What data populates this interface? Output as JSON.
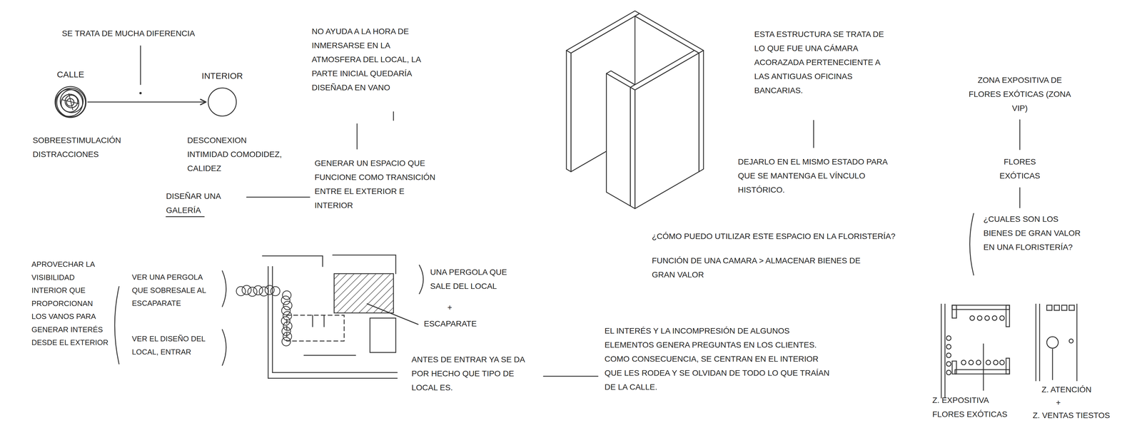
{
  "diagram": {
    "nodes": [
      {
        "text": [
          "CALLE",
          "SOBREESTIMULACIÓN DISTRACCIONES"
        ]
      },
      {
        "text": [
          "INTERIOR",
          "DESCONEXION INTIMIDAD COMODIDEZ, CALIDEZ"
        ]
      }
    ],
    "edges": [
      {
        "from": 0,
        "to": 1,
        "arrow": "to"
      }
    ],
    "labels": [
      "SE TRATA DE MUCHA DIFERENCIA",
      "NO AYUDA A LA HORA DE INMERSARSE EN LA ATMOSFERA DEL LOCAL, LA PARTE INICIAL QUEDARÍA DISEÑADA EN VANO",
      "GENERAR UN ESPACIO QUE FUNCIONE COMO TRANSICIÓN ENTRE EL EXTERIOR E INTERIOR",
      "DISEÑAR UNA GALERÍA",
      "ESTA ESTRUCTURA SE TRATA DE LO QUE FUE UNA CÁMARA ACORAZADA PERTENECIENTE A LAS ANTIGUAS OFICINAS BANCARIAS.",
      "DEJARLO EN EL MISMO ESTADO PARA QUE SE MANTENGA EL VÍNCULO HISTÓRICO.",
      "¿CÓMO PUEDO UTILIZAR ESTE ESPACIO EN LA FLORISTERÍA?",
      "FUNCIÓN DE UNA CAMARA > ALMACENAR BIENES DE GRAN VALOR",
      "ZONA EXPOSITIVA DE FLORES EXÓTICAS (ZONA VIP)",
      "FLORES EXÓTICAS",
      "¿CUALES SON LOS BIENES DE GRAN VALOR EN UNA FLORISTERÍA?",
      "Z. EXPOSITIVA FLORES EXÓTICAS",
      "Z. ATENCIÓN",
      "+",
      "Z. VENTAS TIESTOS",
      "APROVECHAR LA VISIBILIDAD INTERIOR QUE PROPORCIONAN LOS VANOS PARA GENERAR INTERÉS DESDE EL EXTERIOR",
      "VER UNA PERGOLA QUE SOBRESALE AL ESCAPARATE",
      "VER EL DISEÑO DEL LOCAL, ENTRAR",
      "UNA PERGOLA QUE SALE DEL LOCAL",
      "+",
      "ESCAPARATE",
      "ANTES DE ENTRAR YA SE DA POR HECHO QUE TIPO DE LOCAL ES.",
      "EL INTERÉS Y LA INCOMPRESIÓN DE ALGUNOS ELEMENTOS GENERA PREGUNTAS EN LOS CLIENTES. COMO CONSECUENCIA, SE CENTRAN EN EL INTERIOR QUE LES RODEA Y SE OLVIDAN DE TODO LO QUE TRAÍAN DE LA CALLE."
    ]
  }
}
